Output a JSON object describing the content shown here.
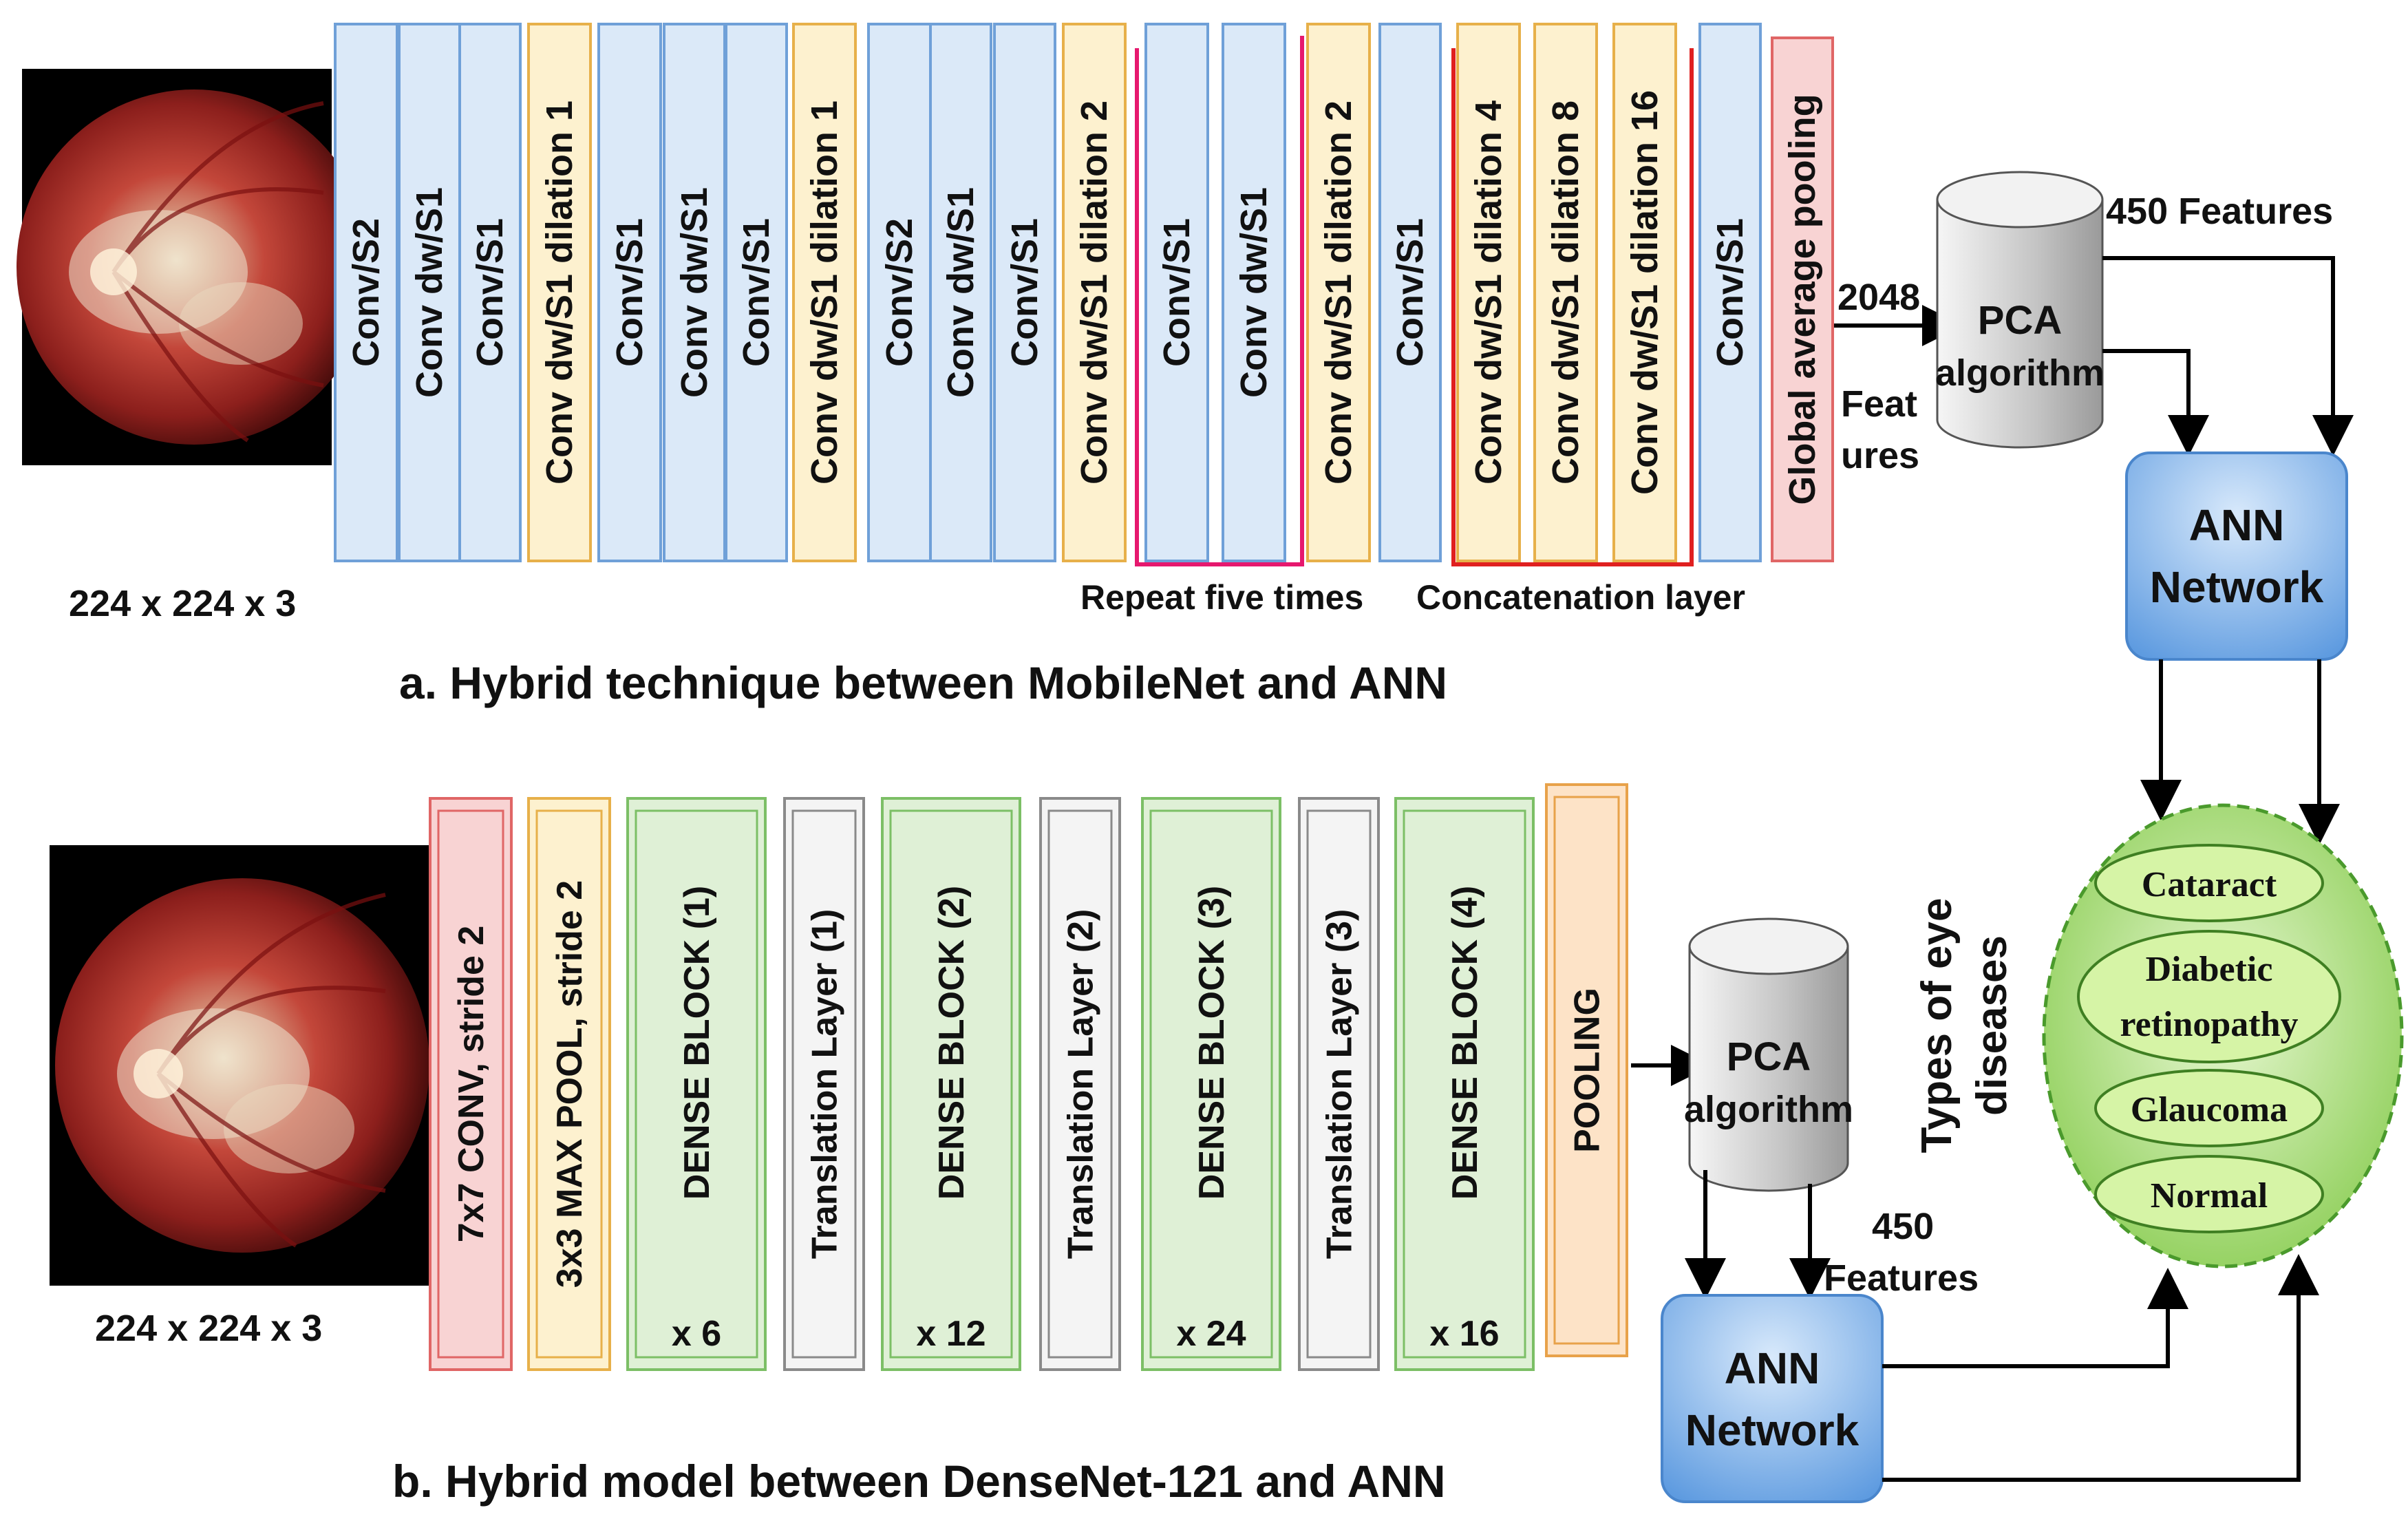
{
  "colors": {
    "conv_fill": "#dbe9f8",
    "conv_stroke": "#6fa0d8",
    "dilation_fill": "#fdf1cf",
    "dilation_stroke": "#e7b04a",
    "pool_fill": "#f8d3d3",
    "pool_stroke": "#e06666",
    "dense_fill": "#dff0d6",
    "dense_stroke": "#7cbf66",
    "transition_fill": "#f4f4f4",
    "transition_stroke": "#8a8a8a",
    "pooling_fill": "#fde3c7",
    "pooling_stroke": "#e8a24a",
    "bracket": "#e6186e",
    "concat_bracket": "#e02020",
    "ann_fill": "#9cc4f0",
    "ellipse_fill": "#b9e58e",
    "ellipse_stroke": "#4a9a2c",
    "pill_fill": "#d6f4a6",
    "cylinder": "#bdbdbd"
  },
  "part_a": {
    "caption": "a. Hybrid technique between MobileNet and ANN",
    "input_size": "224 x 224 x 3",
    "layers": [
      "Conv/S2",
      "Conv dw/S1",
      "Conv/S1",
      "Conv dw/S1 dilation 1",
      "Conv/S1",
      "Conv dw/S1",
      "Conv/S1",
      "Conv dw/S1 dilation 1",
      "Conv/S2",
      "Conv dw/S1",
      "Conv/S1",
      "Conv dw/S1 dilation 2",
      "Conv/S1",
      "Conv dw/S1",
      "Conv dw/S1 dilation 2",
      "Conv/S1",
      "Conv dw/S1 dilation 4",
      "Conv dw/S1 dilation 8",
      "Conv dw/S1 dilation 16",
      "Conv/S1",
      "Global average pooling"
    ],
    "repeat_label": "Repeat five times",
    "concat_label": "Concatenation layer",
    "features_2048": "2048",
    "feat_line1": "Feat",
    "feat_line2": "ures",
    "pca_line1": "PCA",
    "pca_line2": "algorithm",
    "features_450": "450 Features",
    "ann_line1": "ANN",
    "ann_line2": "Network"
  },
  "part_b": {
    "caption": "b. Hybrid model between DenseNet-121 and ANN",
    "input_size": "224 x 224 x 3",
    "layers": [
      {
        "label": "7x7 CONV, stride 2",
        "count": ""
      },
      {
        "label": "3x3 MAX POOL, stride 2",
        "count": ""
      },
      {
        "label": "DENSE BLOCK (1)",
        "count": "x 6"
      },
      {
        "label": "Translation Layer (1)",
        "count": ""
      },
      {
        "label": "DENSE BLOCK (2)",
        "count": "x 12"
      },
      {
        "label": "Translation Layer (2)",
        "count": ""
      },
      {
        "label": "DENSE BLOCK (3)",
        "count": "x 24"
      },
      {
        "label": "Translation Layer (3)",
        "count": ""
      },
      {
        "label": "DENSE BLOCK (4)",
        "count": "x 16"
      },
      {
        "label": "POOLING",
        "count": ""
      }
    ],
    "pca_line1": "PCA",
    "pca_line2": "algorithm",
    "features_450_line1": "450",
    "features_450_line2": "Features",
    "ann_line1": "ANN",
    "ann_line2": "Network"
  },
  "output": {
    "title_line1": "Types of eye",
    "title_line2": "diseases",
    "classes": [
      "Cataract",
      "Diabetic retinopathy",
      "Glaucoma",
      "Normal"
    ]
  }
}
